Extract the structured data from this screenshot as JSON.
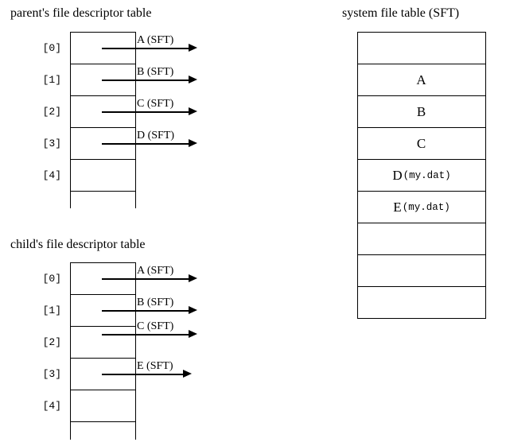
{
  "diagram": {
    "background_color": "#ffffff",
    "line_color": "#000000"
  },
  "parent_table": {
    "title": "parent's file descriptor table",
    "rows": [
      {
        "index": "[0]",
        "pointer_label": "A (SFT)",
        "has_pointer": true
      },
      {
        "index": "[1]",
        "pointer_label": "B (SFT)",
        "has_pointer": true
      },
      {
        "index": "[2]",
        "pointer_label": "C (SFT)",
        "has_pointer": true
      },
      {
        "index": "[3]",
        "pointer_label": "D (SFT)",
        "has_pointer": true
      },
      {
        "index": "[4]",
        "pointer_label": "",
        "has_pointer": false
      },
      {
        "index": "",
        "pointer_label": "",
        "has_pointer": false
      }
    ]
  },
  "child_table": {
    "title": "child's file descriptor table",
    "rows": [
      {
        "index": "[0]",
        "pointer_label": "A (SFT)",
        "has_pointer": true
      },
      {
        "index": "[1]",
        "pointer_label": "B (SFT)",
        "has_pointer": true
      },
      {
        "index": "[2]",
        "pointer_label": "C (SFT)",
        "has_pointer": true
      },
      {
        "index": "[3]",
        "pointer_label": "E (SFT)",
        "has_pointer": true
      },
      {
        "index": "[4]",
        "pointer_label": "",
        "has_pointer": false
      },
      {
        "index": "",
        "pointer_label": "",
        "has_pointer": false
      }
    ]
  },
  "system_file_table": {
    "title": "system file table (SFT)",
    "rows": [
      {
        "entry": "",
        "file": ""
      },
      {
        "entry": "A",
        "file": ""
      },
      {
        "entry": "B",
        "file": ""
      },
      {
        "entry": "C",
        "file": ""
      },
      {
        "entry": "D",
        "file": "(my.dat)"
      },
      {
        "entry": "E",
        "file": "(my.dat)"
      },
      {
        "entry": "",
        "file": ""
      },
      {
        "entry": "",
        "file": ""
      },
      {
        "entry": "",
        "file": ""
      }
    ]
  }
}
